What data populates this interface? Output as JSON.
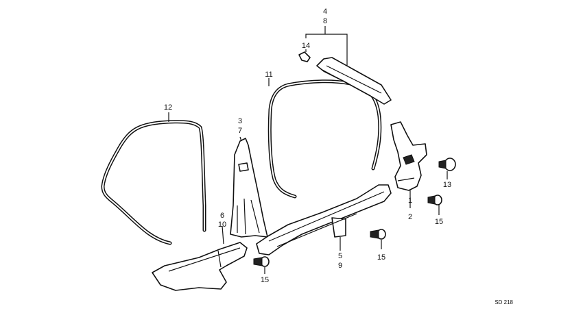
{
  "callouts": {
    "c1": "1",
    "c2": "2",
    "c3": "3",
    "c4": "4",
    "c5": "5",
    "c6": "6",
    "c7": "7",
    "c8": "8",
    "c9": "9",
    "c10": "10",
    "c11": "11",
    "c12": "12",
    "c13": "13",
    "c14": "14",
    "c15a": "15",
    "c15b": "15",
    "c15c": "15"
  },
  "figure_code": "SD 218"
}
